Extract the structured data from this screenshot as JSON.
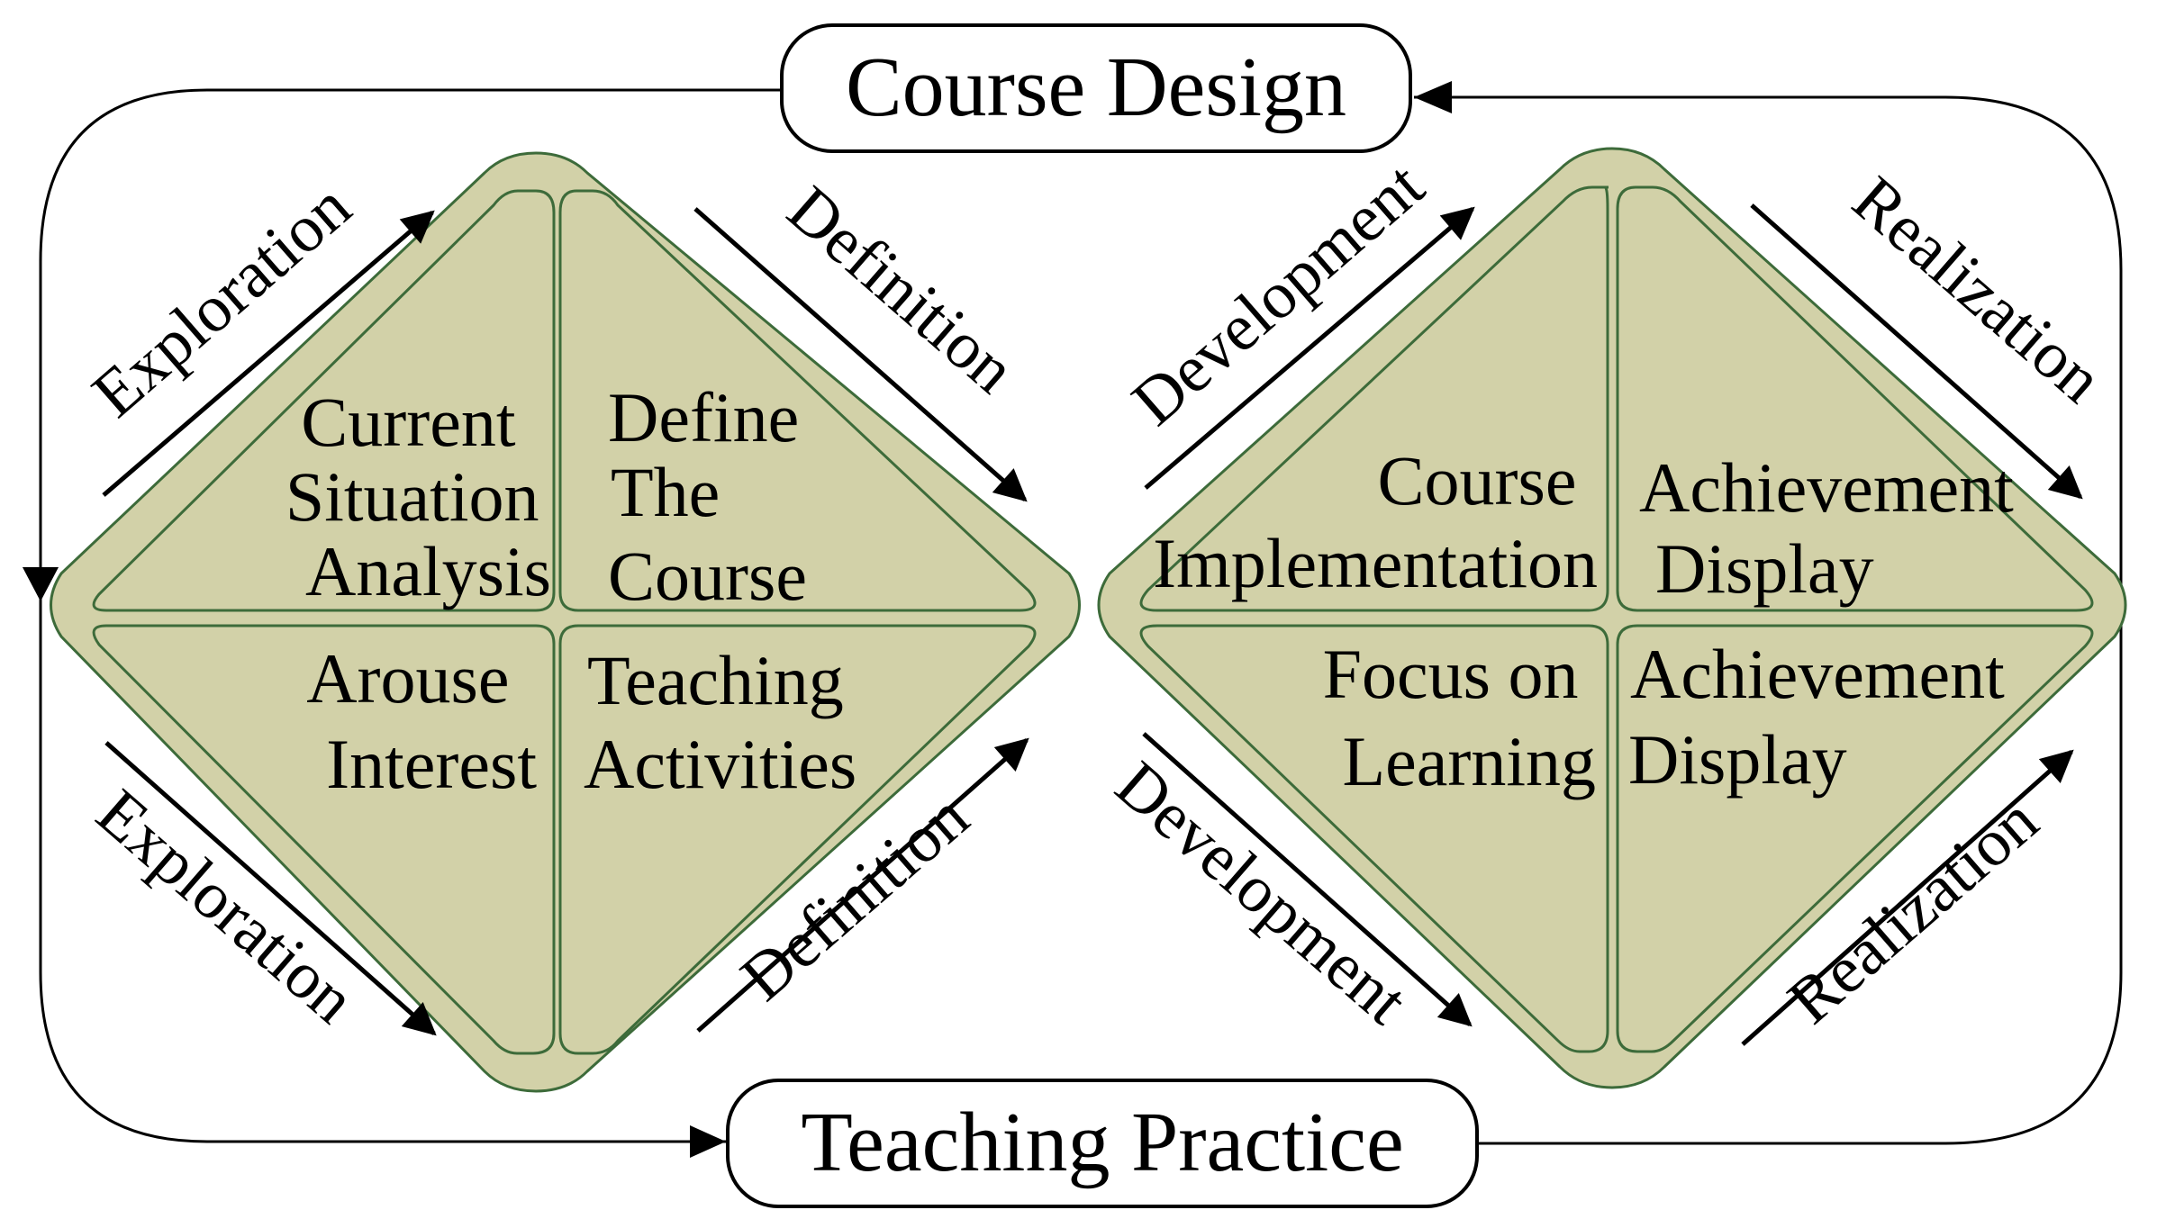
{
  "colors": {
    "diamond_fill": "#d2d1a8",
    "diamond_stroke": "#3d6b3a",
    "line": "#000000",
    "box_fill": "#ffffff"
  },
  "top_box": {
    "label": "Course Design"
  },
  "bottom_box": {
    "label": "Teaching Practice"
  },
  "left_diamond": {
    "cells": {
      "top_left": [
        "Current",
        "Situation",
        "Analysis"
      ],
      "top_right": [
        "Define",
        "The",
        "Course"
      ],
      "bottom_left": [
        "Arouse",
        "Interest"
      ],
      "bottom_right": [
        "Teaching",
        "Activities"
      ]
    }
  },
  "right_diamond": {
    "cells": {
      "top_left": [
        "Course",
        "Implementation"
      ],
      "top_right": [
        "Achievement",
        "Display"
      ],
      "bottom_left": [
        "Focus on",
        "Learning"
      ],
      "bottom_right": [
        "Achievement",
        "Display"
      ]
    }
  },
  "phase_labels": {
    "left_upper_left": "Exploration",
    "left_upper_right": "Definition",
    "left_lower_left": "Exploration",
    "left_lower_right": "Definition",
    "right_upper_left": "Development",
    "right_upper_right": "Realization",
    "right_lower_left": "Development",
    "right_lower_right": "Realization"
  }
}
